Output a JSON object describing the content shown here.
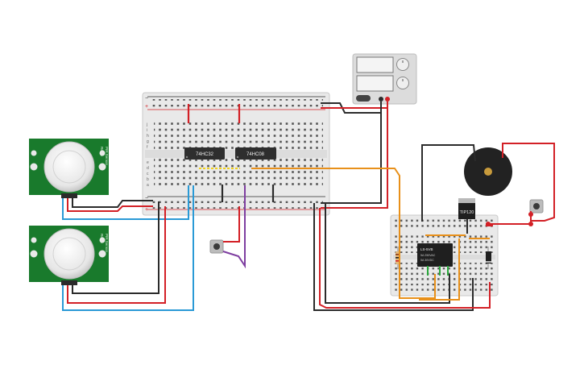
{
  "canvas": {
    "background": "#ffffff"
  },
  "chips": {
    "left_label": "74HC32",
    "right_label": "74HC08"
  },
  "transistor": {
    "label": "TIP120"
  },
  "relay": {
    "line1": "LS-5VB",
    "line2": "5A 250VAC",
    "line3": "5A 30VDC"
  },
  "pir_sensor": {
    "side_text_1": "PIR Sensor",
    "side_text_2": "Rev.B"
  },
  "breadboard_rows": {
    "top": [
      "j",
      "i",
      "h",
      "g",
      "f"
    ],
    "bottom": [
      "e",
      "d",
      "c",
      "b",
      "a"
    ]
  },
  "colors": {
    "wire_red": "#d32026",
    "wire_black": "#2b2b2b",
    "wire_blue": "#2a9ad6",
    "wire_orange": "#e8901a",
    "wire_purple": "#7e3ea0",
    "wire_yellow": "#f2d21b",
    "wire_green": "#2aa83c",
    "pir_board": "#197a2c",
    "breadboard": "#e9e9e9",
    "chip": "#2e2e2e",
    "buzzer": "#222222",
    "supply": "#dcdcdc"
  }
}
